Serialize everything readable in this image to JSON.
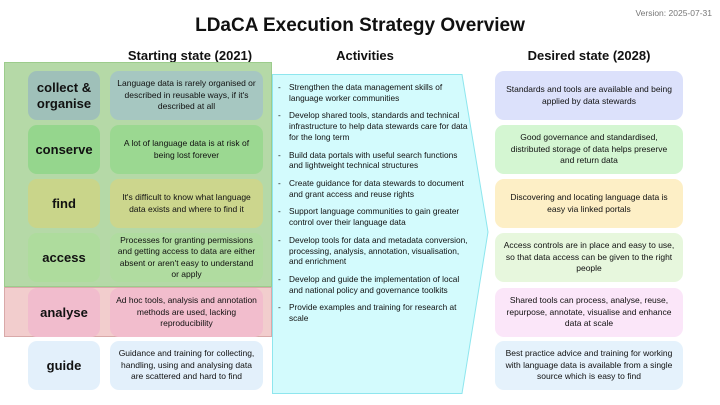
{
  "title": "LDaCA Execution Strategy Overview",
  "version": "Version: 2025-07-31",
  "headers": {
    "starting": "Starting state (2021)",
    "activities": "Activities",
    "desired": "Desired state (2028)"
  },
  "rows": [
    {
      "label": "collect & organise",
      "starting": "Language data is rarely organised or described in reusable ways, if it's described at all",
      "desired": "Standards and tools are available and being applied by data stewards",
      "label_color": "#9fc0b9",
      "desc_color": "#a6c7c1",
      "desired_color": "#dce1fb"
    },
    {
      "label": "conserve",
      "starting": "A lot of language data is at risk of being lost forever",
      "desired": "Good governance and standardised, distributed storage of data helps preserve and return data",
      "label_color": "#95d68d",
      "desc_color": "#9bd891",
      "desired_color": "#d4f6d2"
    },
    {
      "label": "find",
      "starting": "It's difficult to know what language data exists and where to find it",
      "desired": "Discovering and locating language data is easy via linked portals",
      "label_color": "#c9d58a",
      "desc_color": "#ccd68d",
      "desired_color": "#fdefc6"
    },
    {
      "label": "access",
      "starting": "Processes for granting permissions and getting access to data are either absent or aren't easy to understand or apply",
      "desired": "Access controls are in place and easy to use, so that data access can be given to the right people",
      "label_color": "#aedc9d",
      "desc_color": "#b0dca0",
      "desired_color": "#e7f7dd"
    },
    {
      "label": "analyse",
      "starting": "Ad hoc tools, analysis and annotation methods are used, lacking reproducibility",
      "desired": "Shared tools can process, analyse, reuse, repurpose, annotate, visualise and enhance data at scale",
      "label_color": "#f1bccd",
      "desc_color": "#f2bdcd",
      "desired_color": "#fbe6f9"
    },
    {
      "label": "guide",
      "starting": "Guidance and training for collecting, handling, using and analysing data are scattered and hard to find",
      "desired": "Best practice advice and training for working with language data is available from a single source which is easy to find",
      "label_color": "#e3f0fb",
      "desc_color": "#e3f0fb",
      "desired_color": "#e5f2fc"
    }
  ],
  "activities": [
    "Strengthen the data management skills of language worker communities",
    "Develop shared tools, standards and technical infrastructure to help data stewards care for data for the long term",
    "Build data portals with useful search functions and lightweight technical structures",
    "Create guidance for data stewards to document and grant access and reuse rights",
    "Support language communities to gain greater control over their language data",
    "Develop tools for data and metadata conversion, processing, analysis, annotation, visualisation, and enrichment",
    "Develop and guide the implementation of local and national policy and governance toolkits",
    "Provide examples and training for research at scale"
  ],
  "activity_bullet": "-"
}
